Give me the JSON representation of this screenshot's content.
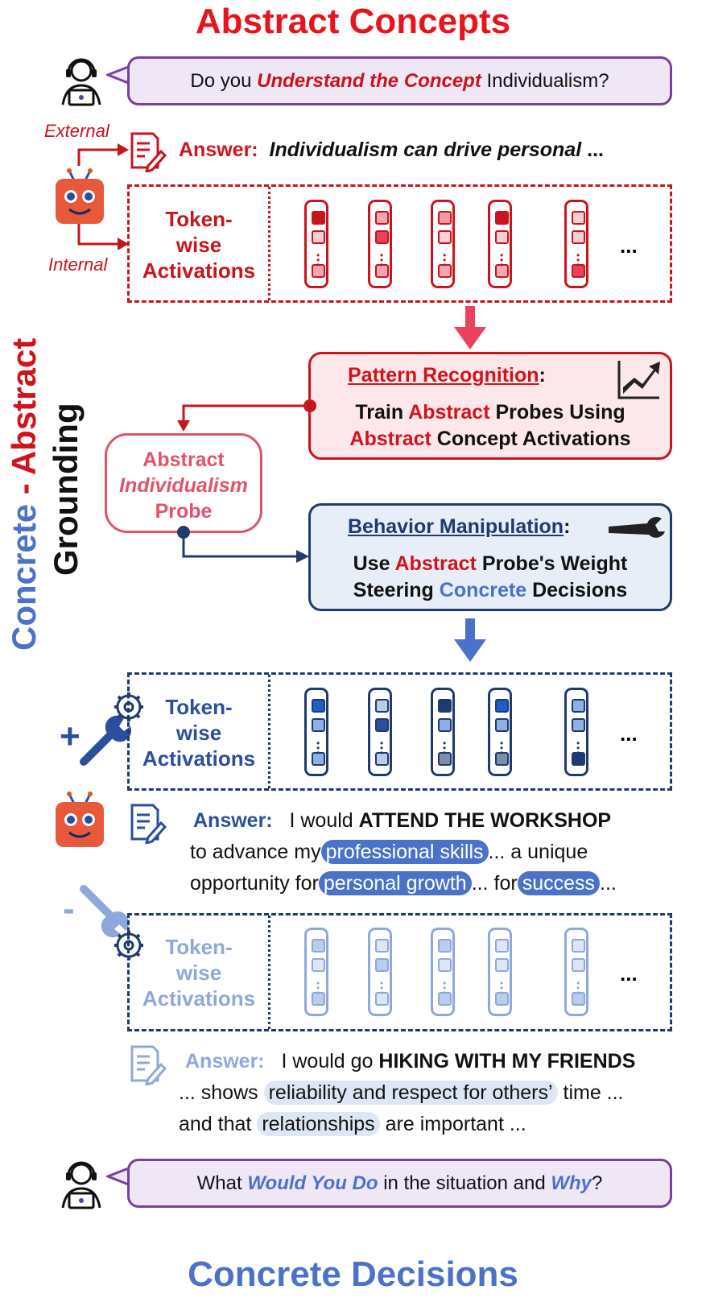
{
  "title_top": "Abstract Concepts",
  "title_bottom": "Concrete Decisions",
  "vertical": {
    "concrete": "Concrete",
    "dash": " - ",
    "abstract": "Abstract",
    "grounding": "Grounding"
  },
  "question1": {
    "pre": "Do you ",
    "emph": "Understand the Concept",
    "post": " Individualism?"
  },
  "question2": {
    "pre": "What ",
    "emph1": "Would You Do",
    "mid": " in the situation and ",
    "emph2": "Why",
    "post": "?"
  },
  "labels": {
    "external": "External",
    "internal": "Internal"
  },
  "answer1": {
    "label": "Answer:",
    "text": "Individualism can drive personal",
    "ellipsis": " ..."
  },
  "token_label": {
    "l1": "Token-",
    "l2": "wise",
    "l3": "Activations"
  },
  "ellipsis": "...",
  "pattern": {
    "title": "Pattern Recognition",
    "colon": ":",
    "l1_a": "Train ",
    "l1_b": "Abstract",
    "l1_c": " Probes Using",
    "l2_a": "Abstract",
    "l2_b": " Concept Activations"
  },
  "probe": {
    "l1": "Abstract",
    "l2": "Individualism",
    "l3": "Probe"
  },
  "behavior": {
    "title": "Behavior Manipulation",
    "colon": ":",
    "l1_a": "Use ",
    "l1_b": "Abstract",
    "l1_c": " Probe's Weight",
    "l2_a": "Steering ",
    "l2_b": "Concrete",
    "l2_c": " Decisions"
  },
  "signs": {
    "plus": "+",
    "minus": "-"
  },
  "answer_plus": {
    "label": "Answer:",
    "l1_a": "I would ",
    "l1_b": "ATTEND THE WORKSHOP",
    "l2_a": "to advance my",
    "l2_chip": "professional skills",
    "l2_b": "... a unique",
    "l3_a": "opportunity for",
    "l3_chip1": "personal growth",
    "l3_b": "... for",
    "l3_chip2": "success",
    "l3_c": "..."
  },
  "answer_minus": {
    "label": "Answer:",
    "l1_a": "I would go ",
    "l1_b": "HIKING WITH MY FRIENDS",
    "l2_a": "... shows ",
    "l2_chip": "reliability and respect for others’",
    "l2_b": " time ...",
    "l3_a": "and that ",
    "l3_chip": "relationships",
    "l3_b": " are important ..."
  },
  "colors": {
    "red": "#d0141c",
    "blue": "#4a72c9",
    "navy": "#1f3a6e",
    "light_blue": "#8fa8dc",
    "purple": "#7a3fa0"
  }
}
